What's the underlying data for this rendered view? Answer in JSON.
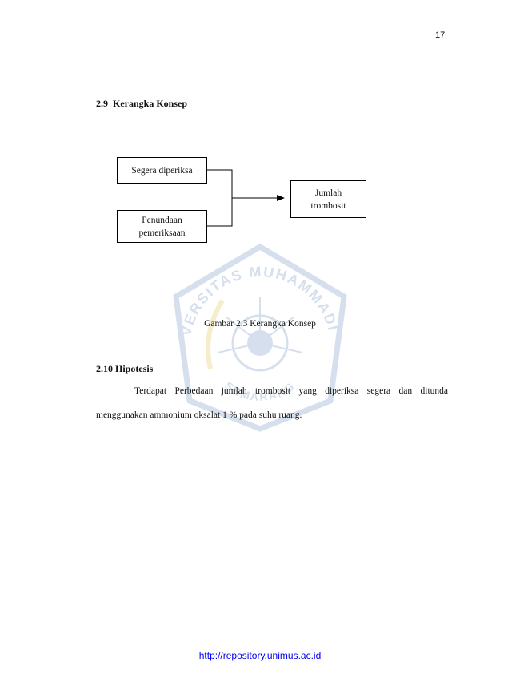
{
  "page_number": "17",
  "section_concept": {
    "title": "2.9  Kerangka Konsep"
  },
  "diagram": {
    "box1": "Segera diperiksa",
    "box2_line1": "Penundaan",
    "box2_line2": "pemeriksaan",
    "box3_line1": "Jumlah",
    "box3_line2": "trombosit",
    "caption": "Gambar 2.3 Kerangka Konsep"
  },
  "section_hypothesis": {
    "title": "2.10 Hipotesis",
    "para_line1": "Terdapat Perbedaan jumlah trombosit yang diperiksa segera dan ditunda",
    "para_line2": "menggunakan ammonium oksalat 1 % pada suhu ruang."
  },
  "watermark": {
    "arc_top": "UNIVERSITAS MUHAMMADIYAH",
    "arc_bottom": "SEMARANG"
  },
  "footer": {
    "link": "http://repository.unimus.ac.id"
  },
  "colors": {
    "link": "#0000ee",
    "watermark": "#6a8fbf",
    "watermark_gold": "#e0c24a"
  }
}
